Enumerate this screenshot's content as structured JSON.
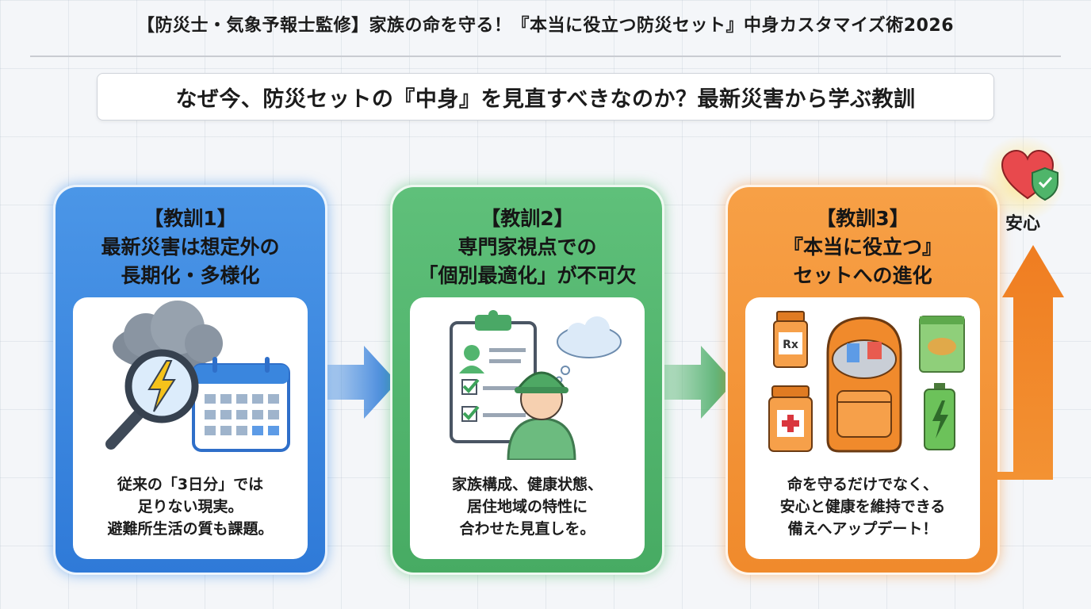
{
  "header": {
    "title": "【防災士・気象予報士監修】家族の命を守る！『本当に役立つ防災セット』中身カスタマイズ術2026",
    "subtitle": "なぜ今、防災セットの『中身』を見直すべきなのか？最新災害から学ぶ教訓"
  },
  "lessons": [
    {
      "label": "【教訓1】",
      "heading": [
        "最新災害は想定外の",
        "長期化・多様化"
      ],
      "description": [
        "従来の「3日分」では",
        "足りない現実。",
        "避難所生活の質も課題。"
      ],
      "color": "#3a86de"
    },
    {
      "label": "【教訓2】",
      "heading": [
        "専門家視点での",
        "「個別最適化」が不可欠"
      ],
      "description": [
        "家族構成、健康状態、",
        "居住地域の特性に",
        "合わせた見直しを。"
      ],
      "color": "#52b56e"
    },
    {
      "label": "【教訓3】",
      "heading": [
        "『本当に役立つ』",
        "セットへの進化"
      ],
      "description": [
        "命を守るだけでなく、",
        "安心と健康を維持できる",
        "備えへアップデート！"
      ],
      "color": "#f39233"
    }
  ],
  "goal": {
    "label": "安心",
    "icon": "heart-shield-icon"
  }
}
